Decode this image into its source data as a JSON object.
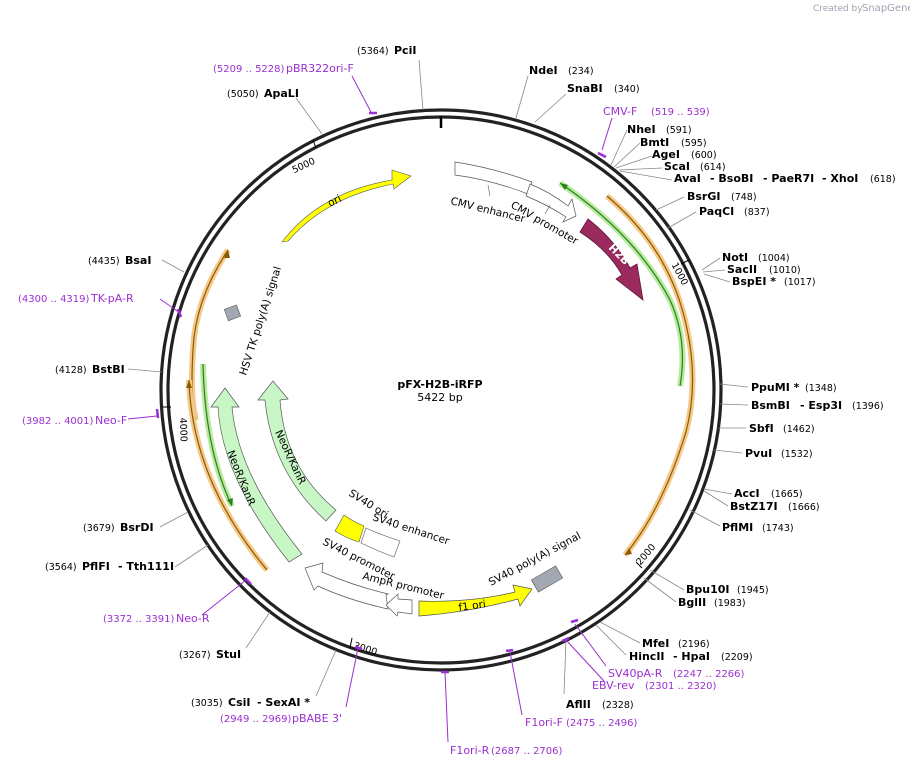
{
  "brand": {
    "created_by": "Created by",
    "name": "SnapGene"
  },
  "plasmid": {
    "name": "pFX-H2B-iRFP",
    "size": "5422 bp"
  },
  "ticks": [
    "1000",
    "2000",
    "3000",
    "4000",
    "5000"
  ],
  "sites": {
    "pcii": {
      "pos": "(5364)",
      "name": "PciI"
    },
    "ndei": {
      "pos": "(234)",
      "name": "NdeI"
    },
    "snabi": {
      "pos": "(340)",
      "name": "SnaBI"
    },
    "apali": {
      "pos": "(5050)",
      "name": "ApaLI"
    },
    "nhei": {
      "pos": "(591)",
      "name": "NheI"
    },
    "bmti": {
      "pos": "(595)",
      "name": "BmtI"
    },
    "agei": {
      "pos": "(600)",
      "name": "AgeI"
    },
    "scai": {
      "pos": "(614)",
      "name": "ScaI"
    },
    "avai": {
      "pos": "(618)",
      "name": "AvaI",
      "n2": "- BsoBI",
      "n3": "- PaeR7I",
      "n4": "- XhoI"
    },
    "bsrgi": {
      "pos": "(748)",
      "name": "BsrGI"
    },
    "paqci": {
      "pos": "(837)",
      "name": "PaqCI"
    },
    "noti": {
      "pos": "(1004)",
      "name": "NotI"
    },
    "sacii": {
      "pos": "(1010)",
      "name": "SacII"
    },
    "bspei": {
      "pos": "(1017)",
      "name": "BspEI *"
    },
    "ppumi": {
      "pos": "(1348)",
      "name": "PpuMI *"
    },
    "bsmbi": {
      "pos": "(1396)",
      "name": "BsmBI",
      "n2": "- Esp3I"
    },
    "sbfi": {
      "pos": "(1462)",
      "name": "SbfI"
    },
    "pvui": {
      "pos": "(1532)",
      "name": "PvuI"
    },
    "acci": {
      "pos": "(1665)",
      "name": "AccI"
    },
    "bstz17i": {
      "pos": "(1666)",
      "name": "BstZ17I"
    },
    "pflmi": {
      "pos": "(1743)",
      "name": "PflMI"
    },
    "bpu10i": {
      "pos": "(1945)",
      "name": "Bpu10I"
    },
    "bglii": {
      "pos": "(1983)",
      "name": "BglII"
    },
    "mfei": {
      "pos": "(2196)",
      "name": "MfeI"
    },
    "hincii": {
      "pos": "(2209)",
      "name": "HincII",
      "n2": "- HpaI"
    },
    "aflii": {
      "pos": "(2328)",
      "name": "AflII"
    },
    "bsai": {
      "pos": "(4435)",
      "name": "BsaI"
    },
    "bstbi": {
      "pos": "(4128)",
      "name": "BstBI"
    },
    "bsrdi": {
      "pos": "(3679)",
      "name": "BsrDI"
    },
    "pflfi": {
      "pos": "(3564)",
      "name": "PflFI",
      "n2": "- Tth111I"
    },
    "stui": {
      "pos": "(3267)",
      "name": "StuI"
    },
    "csii": {
      "pos": "(3035)",
      "name": "CsiI",
      "n2": "- SexAI *"
    }
  },
  "primers": {
    "pbr322": {
      "range": "(5209 .. 5228)",
      "name": "pBR322ori-F"
    },
    "cmvf": {
      "name": "CMV-F",
      "range": "(519 .. 539)"
    },
    "tkpa": {
      "range": "(4300 .. 4319)",
      "name": "TK-pA-R"
    },
    "neof": {
      "range": "(3982 .. 4001)",
      "name": "Neo-F"
    },
    "neor": {
      "range": "(3372 .. 3391)",
      "name": "Neo-R"
    },
    "sv40pa": {
      "name": "SV40pA-R",
      "range": "(2247 .. 2266)"
    },
    "ebvrev": {
      "name": "EBV-rev",
      "range": "(2301 .. 2320)"
    },
    "f1orif": {
      "name": "F1ori-F",
      "range": "(2475 .. 2496)"
    },
    "f1orir": {
      "name": "F1ori-R",
      "range": "(2687 .. 2706)"
    },
    "pbabe": {
      "range": "(2949 .. 2969)",
      "name": "pBABE 3'"
    }
  },
  "features": {
    "ori": "ori",
    "cmv_enh": "CMV enhancer",
    "cmv_pro": "CMV promoter",
    "h2b": "H2B",
    "hsv": "HSV TK poly(A) signal",
    "neo1": "NeoR/KanR",
    "neo2": "NeoR/KanR",
    "sv40ori": "SV40 ori",
    "sv40enh": "SV40 enhancer",
    "sv40pro": "SV40 promoter",
    "ampr": "AmpR promoter",
    "f1ori": "f1 ori",
    "sv40pa": "SV40 poly(A) signal"
  },
  "colors": {
    "ori": "#ffff00",
    "h2b": "#9b2b5e",
    "neo": "#c8f7c5",
    "grey": "#a3a9b2",
    "orange": "#f5a623",
    "green": "#2a7f1a",
    "primer": "#9b2fd1"
  }
}
